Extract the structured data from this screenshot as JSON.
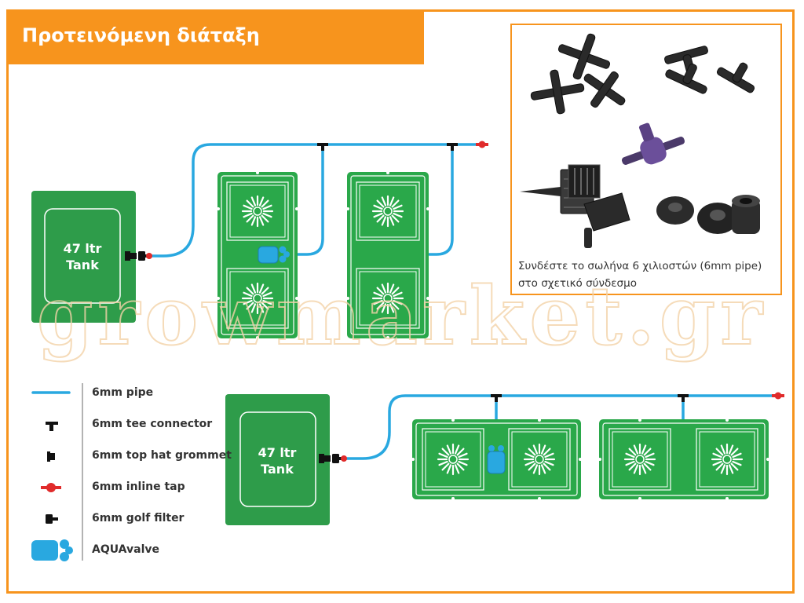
{
  "header": {
    "title": "Προτεινόμενη διάταξη"
  },
  "tanks": [
    {
      "line1": "47 ltr",
      "line2": "Tank"
    },
    {
      "line1": "47 ltr",
      "line2": "Tank"
    }
  ],
  "legend": [
    {
      "icon": "pipe-icon",
      "label": "6mm pipe"
    },
    {
      "icon": "tee-connector-icon",
      "label": "6mm tee connector"
    },
    {
      "icon": "grommet-icon",
      "label": "6mm top hat grommet"
    },
    {
      "icon": "inline-tap-icon",
      "label": "6mm inline tap"
    },
    {
      "icon": "golf-filter-icon",
      "label": "6mm golf filter"
    },
    {
      "icon": "aquavalve-icon",
      "label": "AQUAvalve"
    }
  ],
  "inset": {
    "caption": "Συνδέστε το σωλήνα 6 χιλιοστών (6mm pipe) στο σχετικό σύνδεσμο"
  },
  "watermark": "growmarket.gr",
  "colors": {
    "accent": "#f7941d",
    "tray_green": "#2aa84a",
    "tank_green": "#2e9c4a",
    "pipe_blue": "#29a8e0",
    "tap_red": "#e02b2b",
    "connector_black": "#111111"
  }
}
